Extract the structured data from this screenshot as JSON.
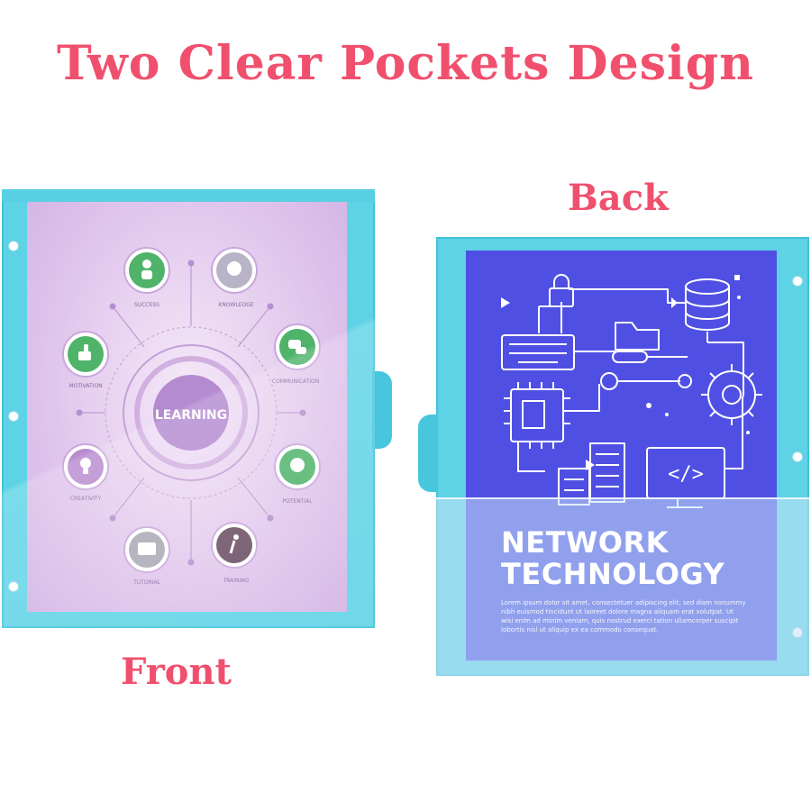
{
  "title": "Two Clear Pockets Design",
  "labels": {
    "back": "Back",
    "front": "Front"
  },
  "front_sheet": {
    "center": "LEARNING",
    "items": [
      "SUCCESS",
      "KNOWLEDGE",
      "COMMUNICATION",
      "POTENTIAL",
      "TRAINING",
      "TUTORIAL",
      "CREATIVITY",
      "MOTIVATION"
    ]
  },
  "back_sheet": {
    "title_line1": "NETWORK",
    "title_line2": "TECHNOLOGY",
    "body": "Lorem ipsum dolor sit amet, consectetuer adipiscing elit, sed diam nonummy nibh euismod tincidunt ut laoreet dolore magna aliquam erat volutpat. Ut wisi enim ad minim veniam, quis nostrud exerci tation ullamcorper suscipit lobortis nisl ut aliquip ex ea commodo consequat.",
    "code_symbol": "</>"
  },
  "colors": {
    "accent": "#f0506e",
    "folder": "#5fd3e6",
    "front_sheet": "#e0c5ec",
    "back_sheet": "#4f50e3"
  },
  "icons": [
    "person-icon",
    "lightbulb-head-icon",
    "chat-bubbles-icon",
    "gear-head-icon",
    "running-person-icon",
    "book-icon",
    "lightbulb-icon",
    "thumbs-up-icon",
    "lock-icon",
    "database-icon",
    "keyboard-icon",
    "folder-icon",
    "screwdriver-icon",
    "wrench-icon",
    "gear-icon",
    "chip-icon",
    "server-icon",
    "monitor-code-icon"
  ]
}
